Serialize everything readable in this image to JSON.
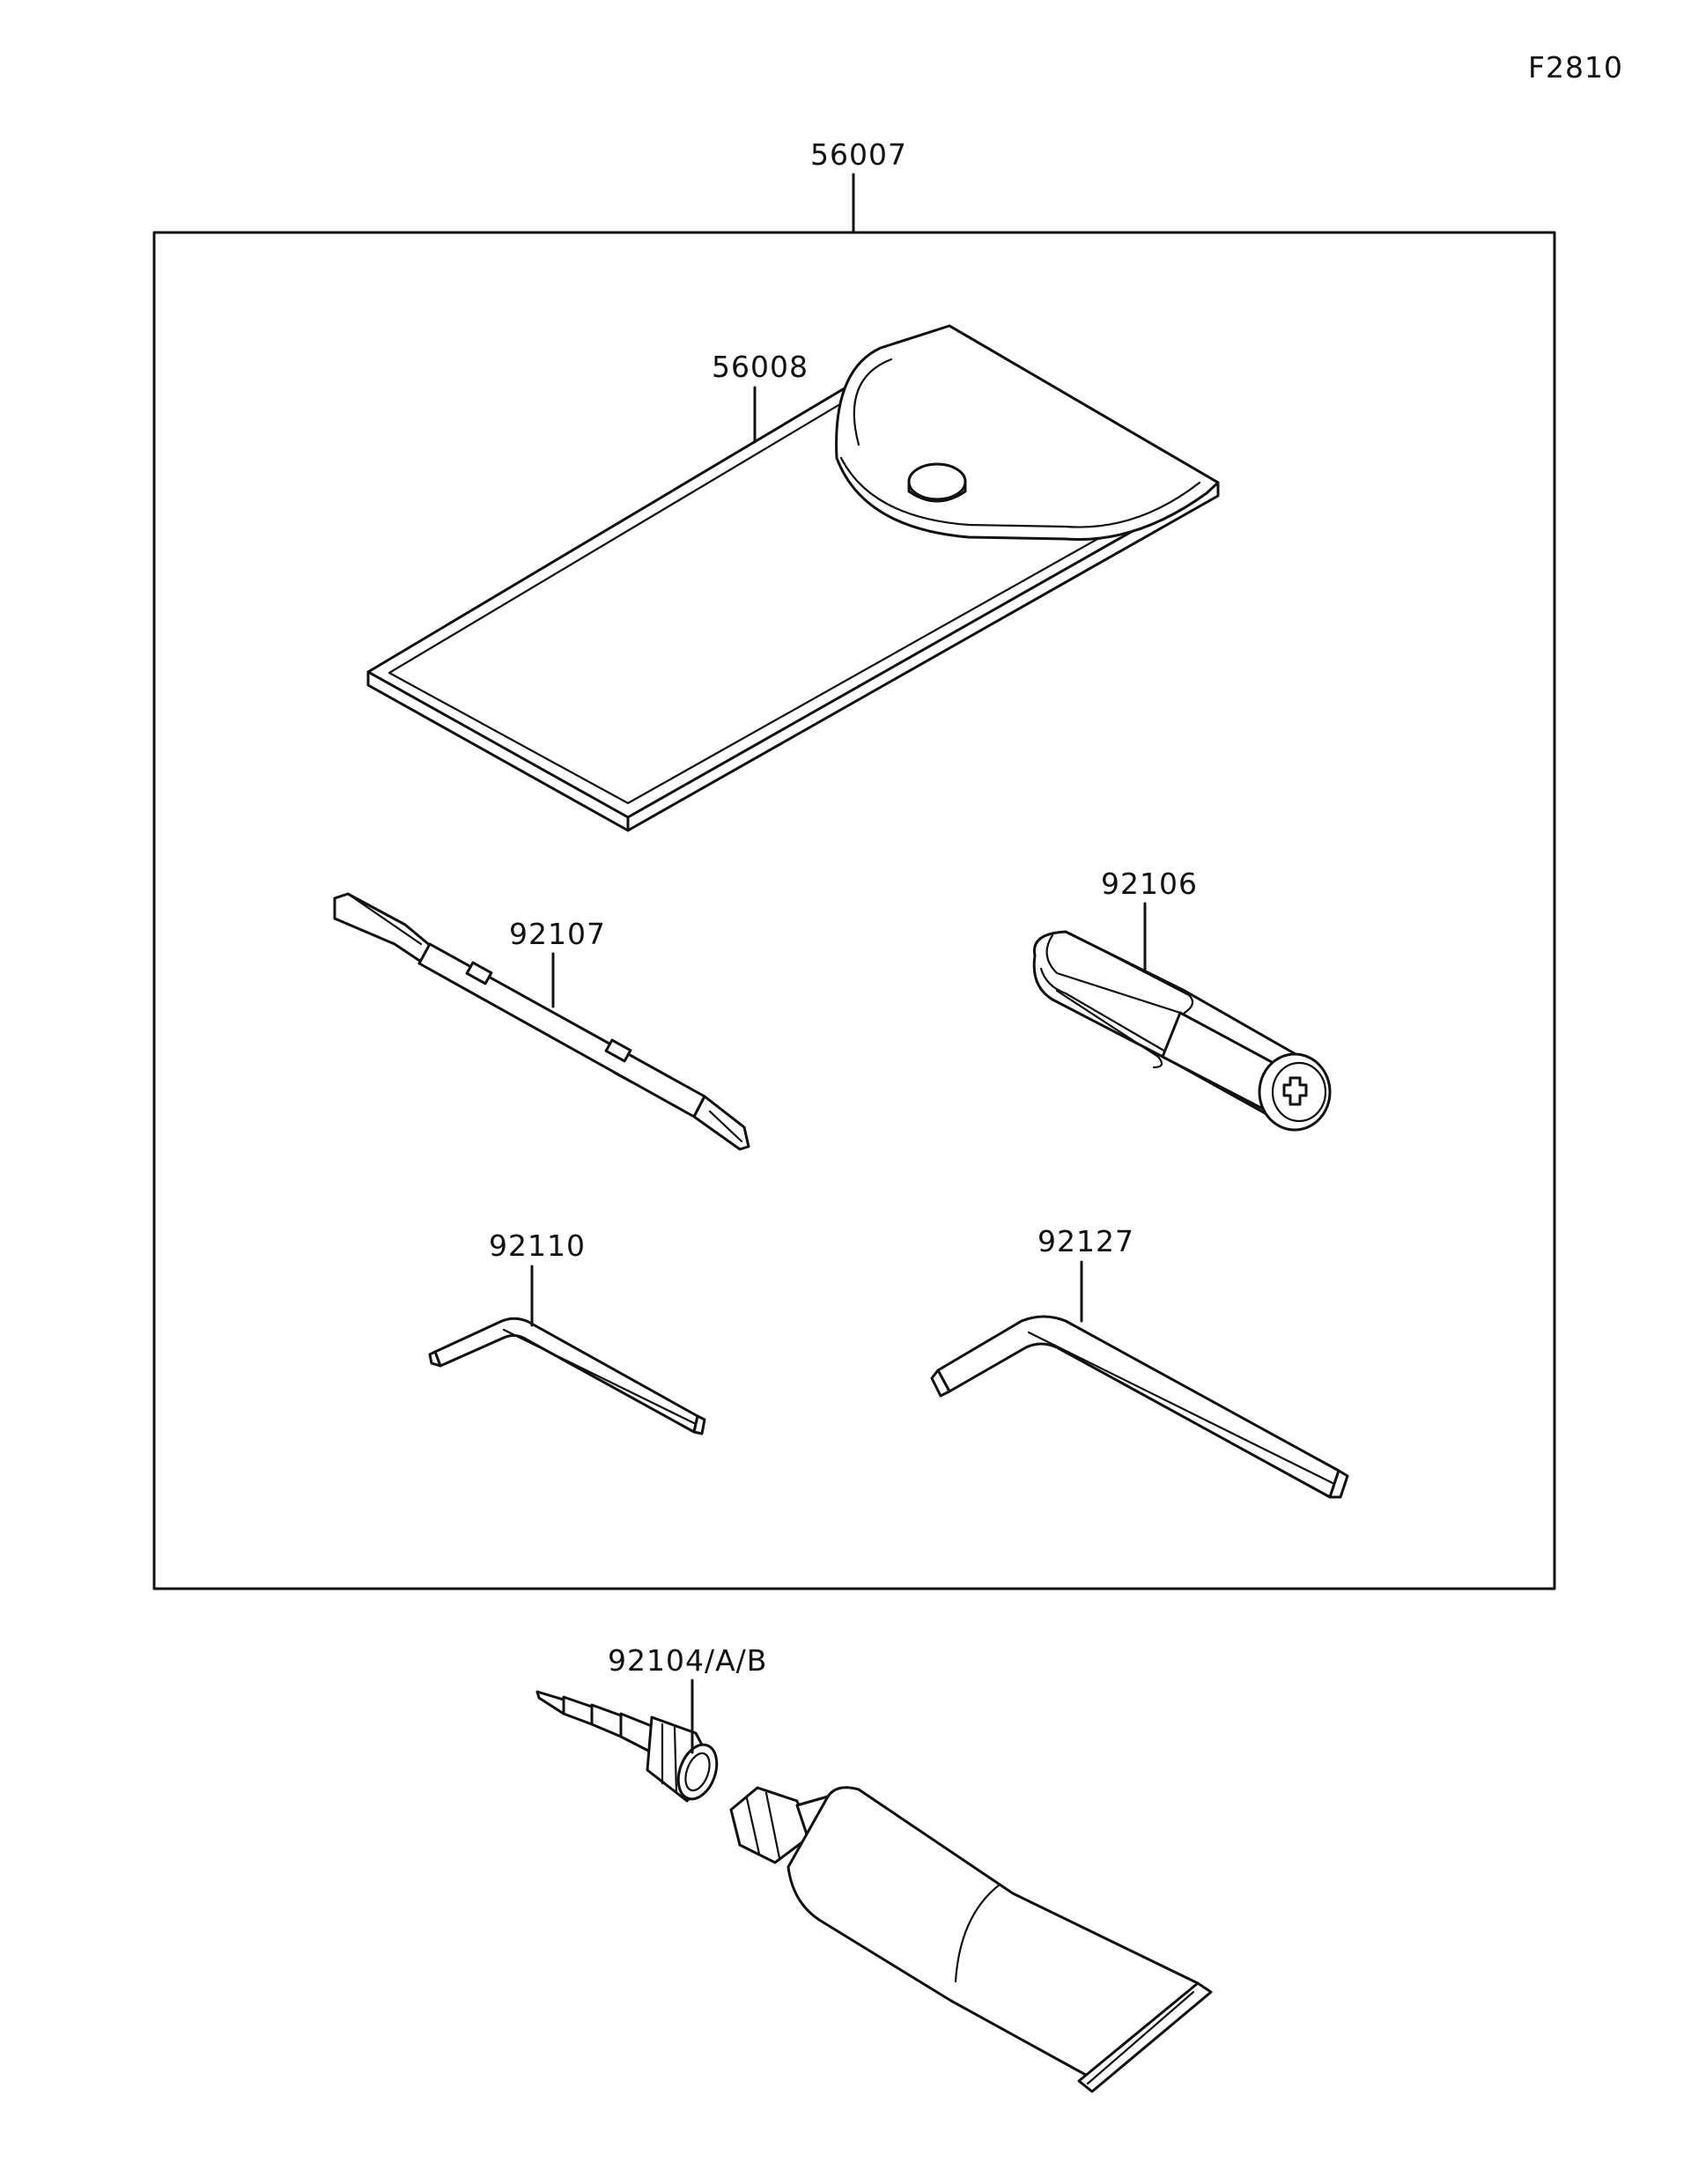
{
  "figure_id": "F2810",
  "parts": {
    "kit": "56007",
    "pouch": "56008",
    "screwdriver": "92107",
    "handle": "92106",
    "hex_wrench_small": "92110",
    "hex_wrench_large": "92127",
    "nozzle_tube": "92104/A/B"
  }
}
